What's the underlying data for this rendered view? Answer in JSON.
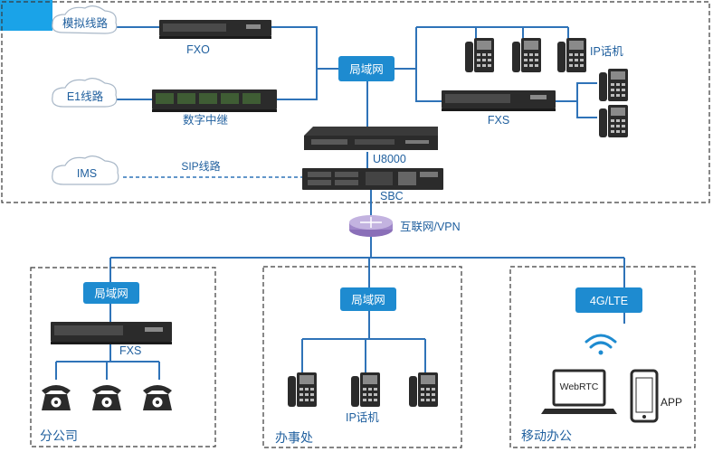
{
  "colors": {
    "line": "#2f73b8",
    "box_fill": "#1e8bd0",
    "box_text": "#ffffff",
    "label_text": "#1f5f9e",
    "dashed_border": "#3a3a3a",
    "device_dark": "#2b2b2b",
    "corner_block": "#1aa3e8"
  },
  "hq": {
    "analog_line": "模拟线路",
    "e1_line": "E1线路",
    "ims": "IMS",
    "sip_line": "SIP线路",
    "fxo": "FXO",
    "digital_trunk": "数字中继",
    "lan": "局域网",
    "fxs": "FXS",
    "ip_phone": "IP话机",
    "u8000": "U8000",
    "sbc": "SBC"
  },
  "internet": "互联网/VPN",
  "branch": {
    "title": "分公司",
    "lan": "局域网",
    "fxs": "FXS"
  },
  "office": {
    "title": "办事处",
    "lan": "局域网",
    "ip_phone": "IP话机"
  },
  "mobile": {
    "title": "移动办公",
    "network": "4G/LTE",
    "webrtc": "WebRTC",
    "app": "APP"
  }
}
